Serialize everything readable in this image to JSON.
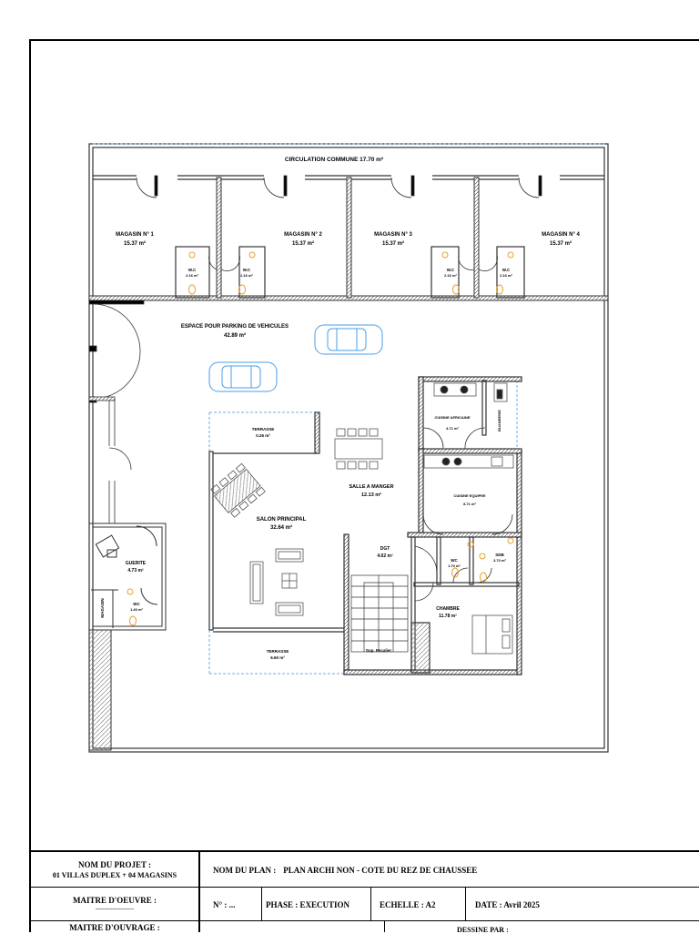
{
  "plan": {
    "rooms": {
      "circulation": "CIRCULATION COMMUNE  17.70 m²",
      "magasin1": {
        "name": "MAGASIN N° 1",
        "area": "15.37 m²"
      },
      "magasin2": {
        "name": "MAGASIN N° 2",
        "area": "15.37 m²"
      },
      "magasin3": {
        "name": "MAGASIN N° 3",
        "area": "15.37 m²"
      },
      "magasin4": {
        "name": "MAGASIN N° 4",
        "area": "15.37 m²"
      },
      "wc_m1": {
        "name": "W.C",
        "area": "2.16 m²"
      },
      "wc_m2": {
        "name": "W.C",
        "area": "2.16 m²"
      },
      "wc_m3": {
        "name": "W.C",
        "area": "2.16 m²"
      },
      "wc_m4": {
        "name": "W.C",
        "area": "2.16 m²"
      },
      "parking": {
        "name": "ESPACE POUR PARKING DE VEHICULES",
        "area": "42.89 m²"
      },
      "terrasse_top": {
        "name": "TERRASSE",
        "area": "0.26 m²"
      },
      "salle_manger": {
        "name": "SALLE A MANGER",
        "area": "12.13 m²"
      },
      "salon": {
        "name": "SALON PRINCIPAL",
        "area": "32.64 m²"
      },
      "cuisine_afr": {
        "name": "CUISINE AFRICAINE",
        "area": "4.71 m²"
      },
      "cuisine_eq": {
        "name": "CUISINE EQUIPEE",
        "area": "8.71 m²"
      },
      "degagement": {
        "name": "DGT",
        "area": "4.62 m²"
      },
      "wc_house": {
        "name": "WC",
        "area": "1.70 m²"
      },
      "sdb": {
        "name": "SDB",
        "area": "3.70 m²"
      },
      "chambre": {
        "name": "CHAMBRE",
        "area": "11.78 m²"
      },
      "terrasse_bottom": {
        "name": "TERRASSE",
        "area": "6.60 m²"
      },
      "guerite": {
        "name": "GUERITE",
        "area": "4.73 m²"
      },
      "wc_guerite": {
        "name": "WC",
        "area": "1.40 m²"
      },
      "stair_label": "Sup. Escalier",
      "store": "MAGASIN",
      "laverie": "BUANDERIE"
    }
  },
  "title_block": {
    "projet_label": "NOM DU PROJET :",
    "projet_value": "01 VILLAS DUPLEX + 04 MAGASINS",
    "oeuvre_label": "MAITRE D'OEUVRE :",
    "oeuvre_value": "------------------",
    "ouvrage_label": "MAITRE D'OUVRAGE :",
    "plan_label": "NOM DU PLAN :",
    "plan_value": "PLAN ARCHI NON - COTE DU REZ DE CHAUSSEE",
    "numero": "N° :   ...",
    "phase": "PHASE : EXECUTION",
    "echelle": "ECHELLE : A2",
    "date": "DATE : Avril 2025",
    "signature": "DESSINE PAR :"
  },
  "colors": {
    "wall": "#555555",
    "vehicle": "#4a9ee8",
    "fixture": "#e8a030",
    "dashed": "#6aaee8"
  }
}
